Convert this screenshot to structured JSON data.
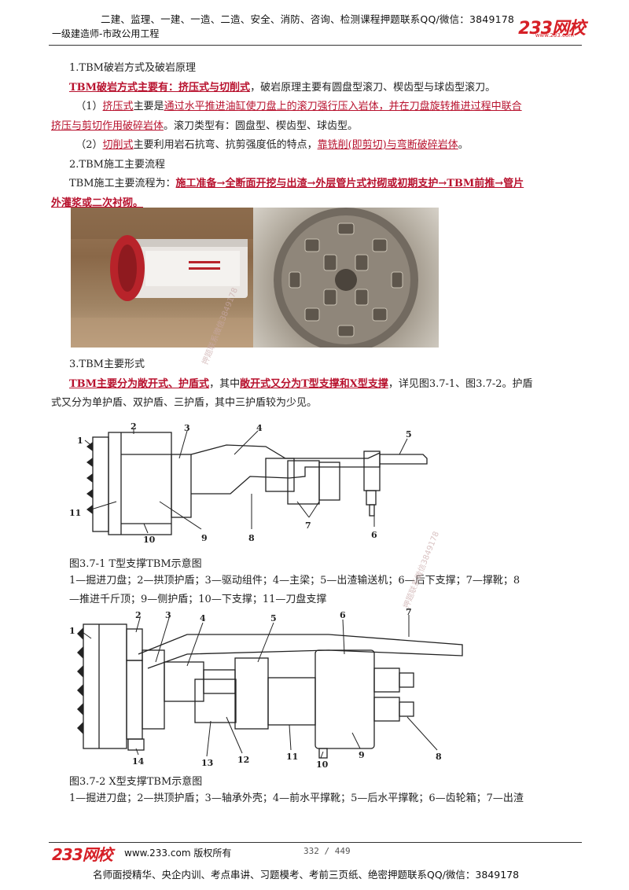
{
  "header": {
    "top_line": "二建、监理、一建、一造、二造、安全、消防、咨询、检测课程押题联系QQ/微信：3849178",
    "subtitle": "一级建造师-市政公用工程",
    "logo": "233网校",
    "logo_url": "www.233.com"
  },
  "section1": {
    "heading": "1.TBM破岩方式及破岩原理",
    "p1_hl": "TBM破岩方式主要有：挤压式与切削式",
    "p1_rest": "，破岩原理主要有圆盘型滚刀、楔齿型与球齿型滚刀。",
    "p2_prefix": "（1）",
    "p2_hl1": "挤压式",
    "p2_mid1": "主要是",
    "p2_hl2": "通过水平推进油缸使刀盘上的滚刀强行压入岩体，并在刀盘旋转推进过程中联合",
    "p2_hl3": "挤压与剪切作用破碎岩体",
    "p2_rest": "。滚刀类型有：圆盘型、楔齿型、球齿型。",
    "p3_prefix": "（2）",
    "p3_hl1": "切削式",
    "p3_mid": "主要利用岩石抗弯、抗剪强度低的特点，",
    "p3_hl2": "靠铣削(即剪切)与弯断破碎岩体",
    "p3_end": "。"
  },
  "section2": {
    "heading": "2.TBM施工主要流程",
    "p1_prefix": "TBM施工主要流程为：",
    "p1_hl1": "施工准备→全断面开挖与出渣→外层管片式衬砌或初期支护→TBM前推→管片",
    "p1_hl2": "外灌浆或二次衬砌。"
  },
  "section3": {
    "heading": "3.TBM主要形式",
    "p1_hl1": "TBM主要分为敞开式、护盾式",
    "p1_mid": "，其中",
    "p1_hl2": "敞开式又分为T型支撑和X型支撑",
    "p1_rest": "，详见图3.7-1、图3.7-2。护盾",
    "p2": "式又分为单护盾、双护盾、三护盾，其中三护盾较为少见。"
  },
  "figure1": {
    "labels": [
      "1",
      "2",
      "3",
      "4",
      "5",
      "6",
      "7",
      "8",
      "9",
      "10",
      "11"
    ],
    "caption": "图3.7-1  T型支撑TBM示意图",
    "desc1": "1—掘进刀盘；2—拱顶护盾；3—驱动组件；4—主梁；5—出渣输送机；6—后下支撑；7—撑靴；8",
    "desc2": "—推进千斤顶；9—侧护盾；10—下支撑；11—刀盘支撑"
  },
  "figure2": {
    "labels": [
      "1",
      "2",
      "3",
      "4",
      "5",
      "6",
      "7",
      "8",
      "9",
      "10",
      "11",
      "12",
      "13",
      "14"
    ],
    "caption": "图3.7-2  X型支撑TBM示意图",
    "desc1": "1—掘进刀盘；2—拱顶护盾；3—轴承外壳；4—前水平撑靴；5—后水平撑靴；6—齿轮箱；7—出渣"
  },
  "watermarks": [
    "押题联系微信3849178",
    "押题联系微信3849178"
  ],
  "footer": {
    "logo": "233网校",
    "site": "www.233.com 版权所有",
    "page": "332 / 449",
    "bottom": "名师面授精华、央企内训、考点串讲、习题模考、考前三页纸、绝密押题联系QQ/微信：3849178"
  },
  "colors": {
    "highlight": "#b8122e",
    "brand": "#d61f26"
  }
}
